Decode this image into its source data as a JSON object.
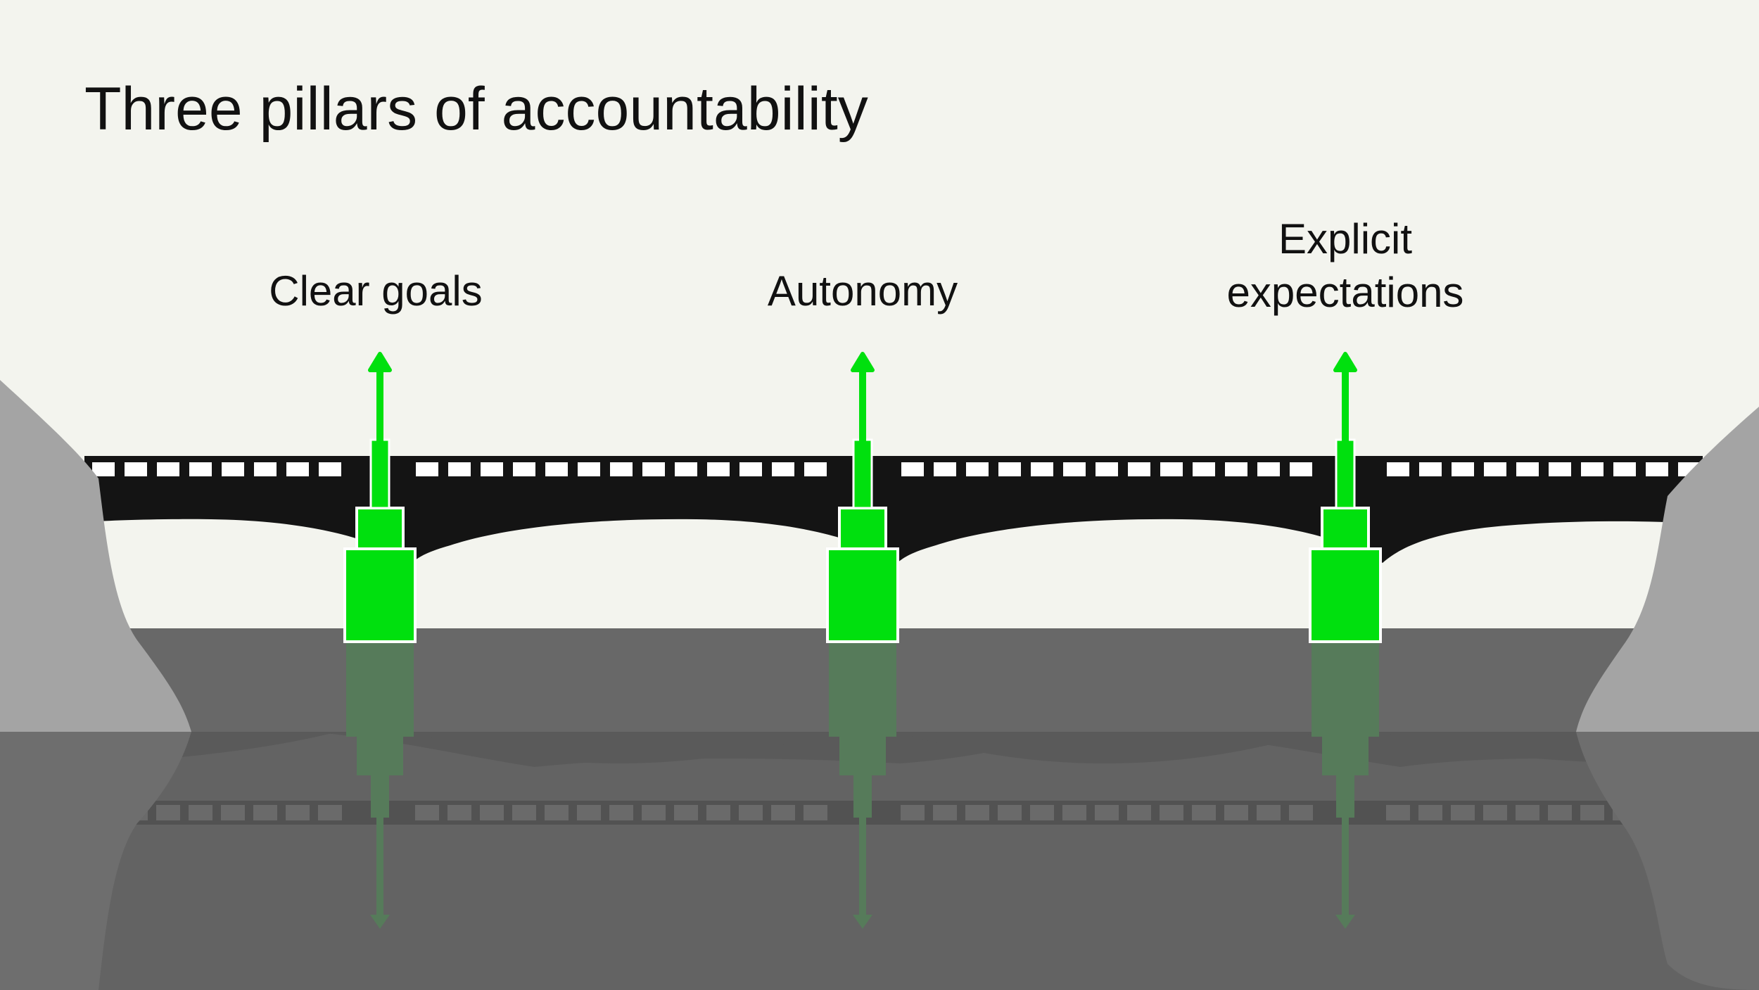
{
  "slide": {
    "title": "Three pillars of accountability"
  },
  "pillars": [
    {
      "label": "Clear goals"
    },
    {
      "label": "Autonomy"
    },
    {
      "label": "Explicit\nexpectations"
    }
  ],
  "colors": {
    "background": "#f3f4ee",
    "pillar_green": "#00e00e",
    "pillar_reflection": "#567b5a",
    "bridge": "#141414",
    "water": "#686868",
    "water_lower": "#636363",
    "reflection_dark": "#5a5a5a",
    "cliff": "#a4a4a4",
    "cliff_reflection": "#6e6e6e"
  }
}
